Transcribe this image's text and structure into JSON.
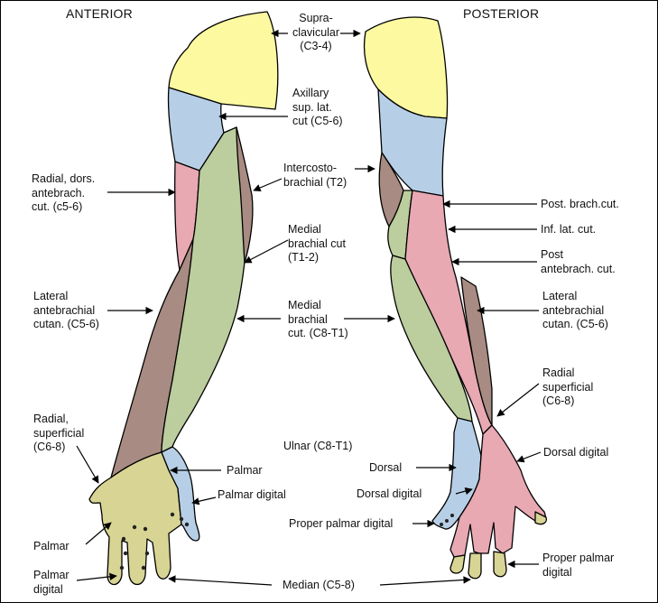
{
  "headings": {
    "anterior": "ANTERIOR",
    "posterior": "POSTERIOR"
  },
  "colors": {
    "supraclavicular": "#fcf9a0",
    "axillary": "#b7cfe6",
    "radial_brown": "#a88b82",
    "medial_green": "#bccd9e",
    "radial_pink": "#e8a9b3",
    "median_olive": "#d8d494",
    "ulnar_blue": "#b7cfe6",
    "outline": "#000000"
  },
  "labels": {
    "supraclavicular": "Supra-\nclavicular\n(C3-4)",
    "axillary": "Axillary\nsup. lat.\ncut (C5-6)",
    "intercostobrachial": "Intercosto-\nbrachial (T2)",
    "medial_brachial_cut": "Medial\nbrachial cut\n(T1-2)",
    "medial_brachial_cut_c8": "Medial\nbrachial\ncut. (C8-T1)",
    "radial_dors": "Radial, dors.\nantebrach.\ncut. (c5-6)",
    "lateral_antebrachial_left": "Lateral\nantebrachial\ncutan. (C5-6)",
    "radial_superficial_left": "Radial,\nsuperficial\n(C6-8)",
    "palmar_left": "Palmar",
    "palmar_digital_left": "Palmar\ndigital",
    "palmar_center": "Palmar",
    "palmar_digital_center": "Palmar digital",
    "ulnar": "Ulnar (C8-T1)",
    "dorsal": "Dorsal",
    "dorsal_digital_center": "Dorsal digital",
    "proper_palmar_digital_center": "Proper palmar digital",
    "median": "Median (C5-8)",
    "post_brach_cut": "Post. brach.cut.",
    "inf_lat_cut": "Inf. lat. cut.",
    "post_antebrach_cut": "Post\nantebrach. cut.",
    "lateral_antebrachial_right": "Lateral\nantebrachial\ncutan. (C5-6)",
    "radial_superficial_right": "Radial\nsuperficial\n(C6-8)",
    "dorsal_digital_right": "Dorsal digital",
    "proper_palmar_digital_right": "Proper palmar\ndigital"
  }
}
